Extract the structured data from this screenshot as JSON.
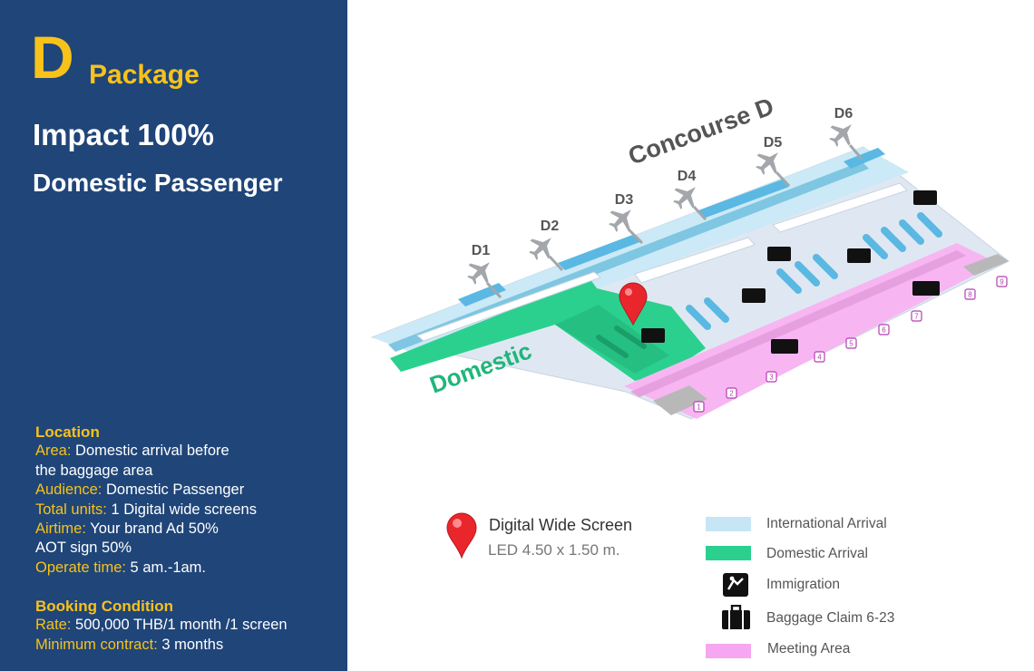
{
  "package": {
    "letter": "D",
    "word": "Package"
  },
  "impact": "Impact 100%",
  "audience_title": "Domestic Passenger",
  "location": {
    "heading": "Location",
    "area_label": "Area:",
    "area_value_1": " Domestic arrival before",
    "area_value_2": "the baggage area",
    "audience_label": "Audience:",
    "audience_value": " Domestic Passenger",
    "units_label": "Total units:",
    "units_value": " 1 Digital wide screens",
    "airtime_label": "Airtime:",
    "airtime_value_1": " Your brand Ad 50%",
    "airtime_value_2": "AOT sign 50%",
    "operate_label": "Operate time:",
    "operate_value": " 5 am.-1am."
  },
  "booking": {
    "heading": "Booking Condition",
    "rate_label": "Rate:",
    "rate_value": " 500,000 THB/1 month /1 screen",
    "min_label": "Minimum contract:",
    "min_value": " 3 months"
  },
  "map": {
    "concourse_label": "Concourse D",
    "domestic_label": "Domestic",
    "gates": [
      "D1",
      "D2",
      "D3",
      "D4",
      "D5",
      "D6"
    ],
    "belts": [
      "1",
      "2",
      "3",
      "4",
      "5",
      "6",
      "7",
      "8",
      "9"
    ]
  },
  "screen_legend": {
    "title": "Digital Wide Screen",
    "size": "LED 4.50 x 1.50 m."
  },
  "legend": {
    "international": "International Arrival",
    "domestic": "Domestic  Arrival",
    "immigration": "Immigration",
    "baggage": "Baggage Claim 6-23",
    "meeting": "Meeting Area"
  },
  "colors": {
    "panel": "#1f4579",
    "accent_yellow": "#f8c21a",
    "international": "#a8d8ec",
    "domestic": "#2bd08e",
    "meeting": "#f7a6f1",
    "marker": "#e8262b"
  }
}
